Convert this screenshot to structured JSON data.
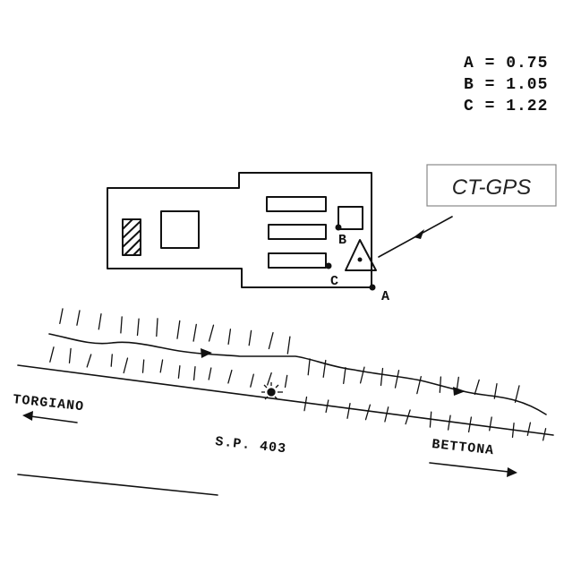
{
  "legend": {
    "a": "A = 0.75",
    "b": "B = 1.05",
    "c": "C = 1.22"
  },
  "station": {
    "tag": "CT-GPS",
    "points": {
      "a": "A",
      "b": "B",
      "c": "C"
    }
  },
  "road": {
    "name": "S.P. 403",
    "left_destination": "TORGIANO",
    "right_destination": "BETTONA"
  }
}
